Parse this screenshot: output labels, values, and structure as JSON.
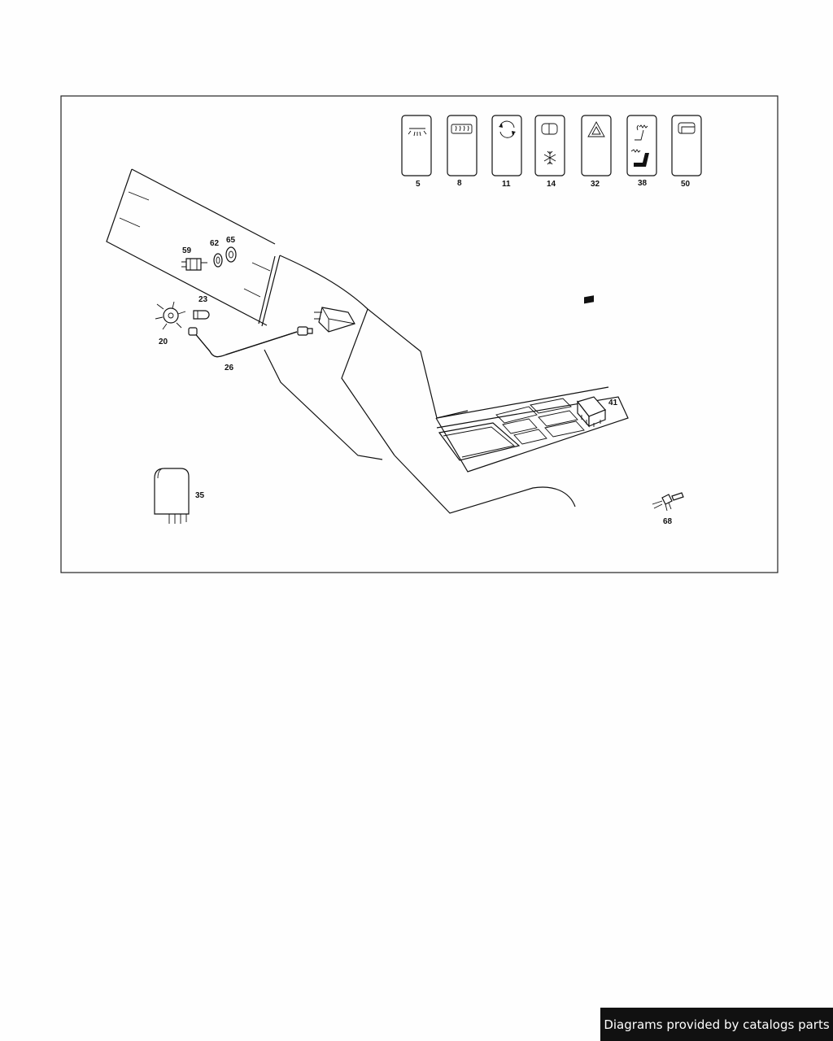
{
  "diagram": {
    "switch_callouts": {
      "c5": "5",
      "c8": "8",
      "c11": "11",
      "c14": "14",
      "c32": "32",
      "c38": "38",
      "c50": "50"
    },
    "part_callouts": {
      "c59": "59",
      "c62": "62",
      "c65": "65",
      "c23": "23",
      "c20": "20",
      "c26": "26",
      "c41": "41",
      "c35": "35",
      "c68": "68"
    },
    "icons": {
      "c5": "interior-light-icon",
      "c8": "rear-defroster-icon",
      "c11": "recirculation-icon",
      "c14": "ac-snowflake-icon",
      "c32": "hazard-triangle-icon",
      "c38": "seat-heater-icon",
      "c50": "blank-switch-icon"
    }
  },
  "footer": {
    "credit": "Diagrams provided by catalogs parts"
  }
}
